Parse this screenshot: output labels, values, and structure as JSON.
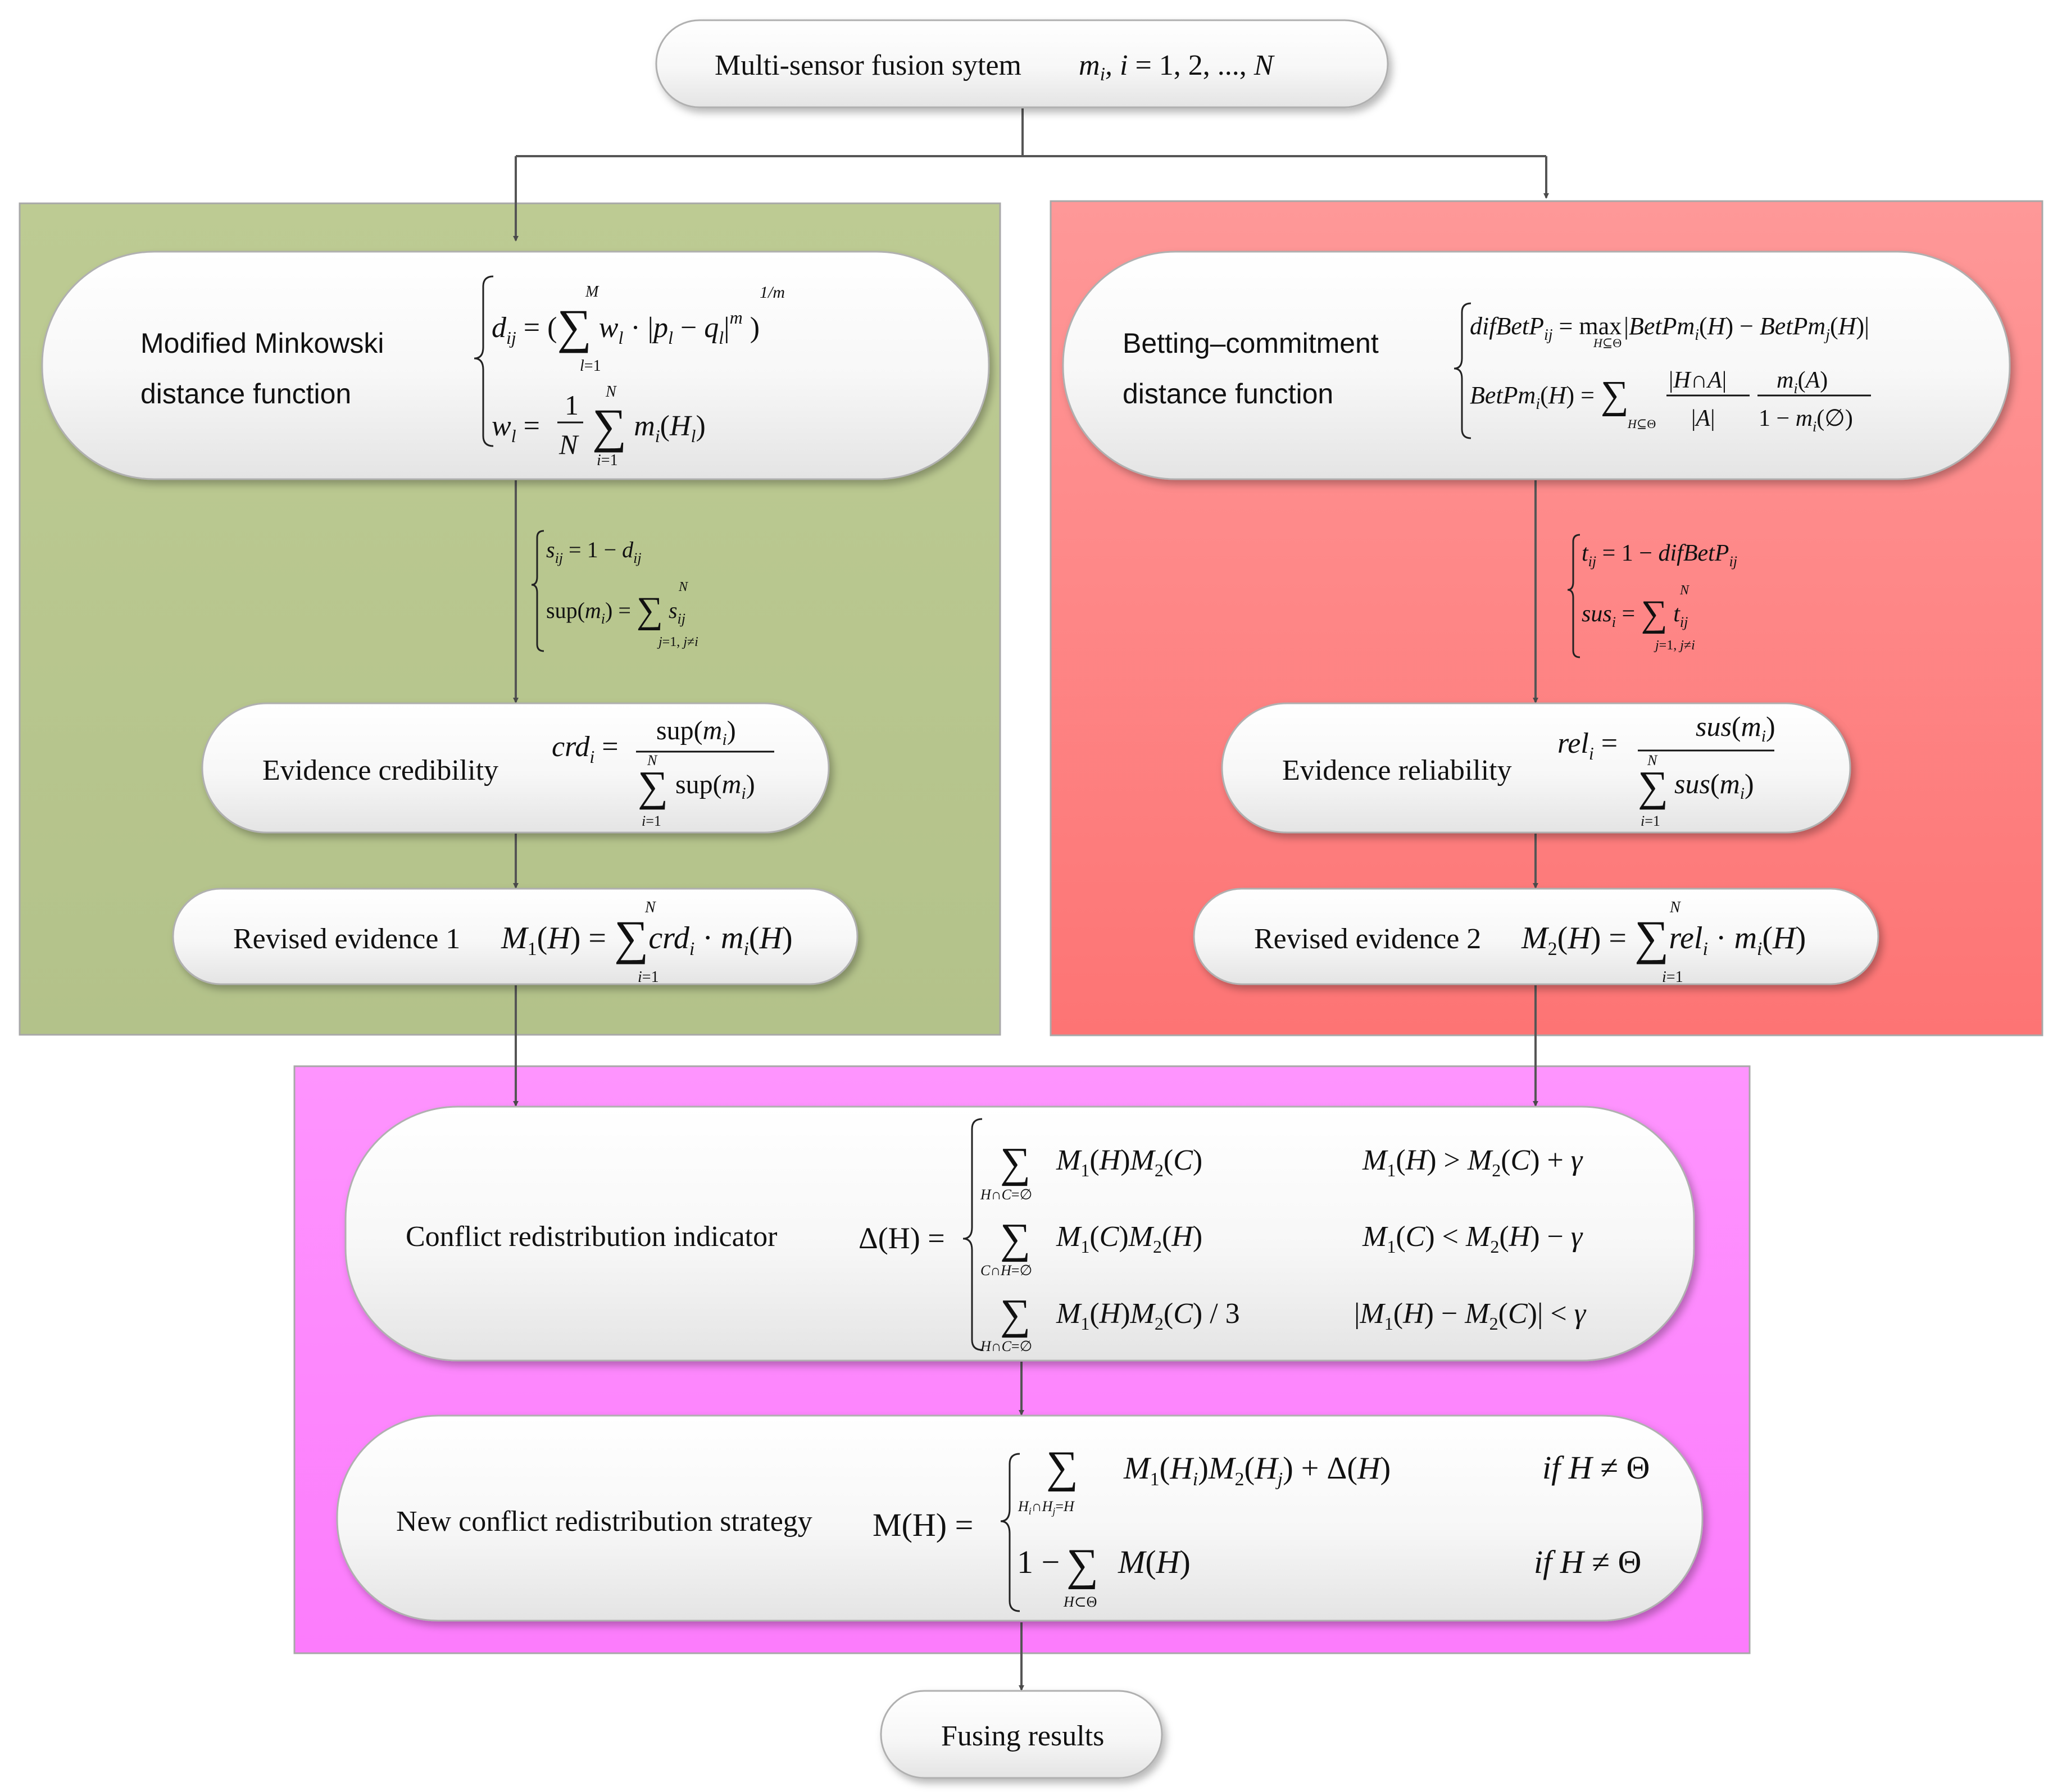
{
  "top": {
    "label": "Multi-sensor fusion sytem",
    "formula": "m_i, i = 1, 2, ..., N"
  },
  "left_panel": {
    "color": "#bdcb93",
    "node1": {
      "label_line1": "Modified Minkowski",
      "label_line2": "distance function",
      "eq1": "d_ij = ( Σ_{l=1}^{M} w_l · |p_l − q_l|^m )^{1/m}",
      "eq2": "w_l = (1/N) Σ_{i=1}^{N} m_i(H_l)"
    },
    "edge": {
      "eq1": "s_ij = 1 − d_ij",
      "eq2": "sup(m_i) = Σ_{j=1, j≠i}^{N} s_ij"
    },
    "node2": {
      "label": "Evidence credibility",
      "formula": "crd_i = sup(m_i) / Σ_{i=1}^{N} sup(m_i)"
    },
    "node3": {
      "label": "Revised evidence 1",
      "formula": "M_1(H) = Σ_{i=1}^{N} crd_i · m_i(H)"
    }
  },
  "right_panel": {
    "color": "#fe8585",
    "node1": {
      "label_line1": "Betting–commitment",
      "label_line2": "distance function",
      "eq1": "difBetP_ij = max_{H⊆Θ} |BetPm_i(H) − BetPm_j(H)|",
      "eq2": "BetPm_i(H) = Σ_{H⊆Θ} (|H∩A| / |A|) · m_i(A) / (1 − m_i(∅))"
    },
    "edge": {
      "eq1": "t_ij = 1 − difBetP_ij",
      "eq2": "sus_i = Σ_{j=1, j≠i}^{N} t_ij"
    },
    "node2": {
      "label": "Evidence reliability",
      "formula": "rel_i = sus(m_i) / Σ_{i=1}^{N} sus(m_i)"
    },
    "node3": {
      "label": "Revised evidence 2",
      "formula": "M_2(H) = Σ_{i=1}^{N} rel_i · m_i(H)"
    }
  },
  "bottom_panel": {
    "color": "#fe88fe",
    "node1": {
      "label": "Conflict redistribution indicator",
      "lhs": "Δ(H) =",
      "cases": [
        {
          "expr": "Σ_{H∩C=∅} M_1(H)M_2(C)",
          "cond": "M_1(H) > M_2(C) + γ"
        },
        {
          "expr": "Σ_{C∩H=∅} M_1(C)M_2(H)",
          "cond": "M_1(C) < M_2(H) − γ"
        },
        {
          "expr": "Σ_{H∩C=∅} M_1(H)M_2(C) / 3",
          "cond": "|M_1(H) − M_2(C)| < γ"
        }
      ]
    },
    "node2": {
      "label": "New conflict redistribution strategy",
      "lhs": "M(H) =",
      "cases": [
        {
          "expr": "Σ_{H_i∩H_j=H} M_1(H_i)M_2(H_j) + Δ(H)",
          "cond": "if H ≠ Θ"
        },
        {
          "expr": "1 − Σ_{H⊂Θ} M(H)",
          "cond": "if H ≠ Θ"
        }
      ]
    }
  },
  "result": {
    "label": "Fusing results"
  }
}
